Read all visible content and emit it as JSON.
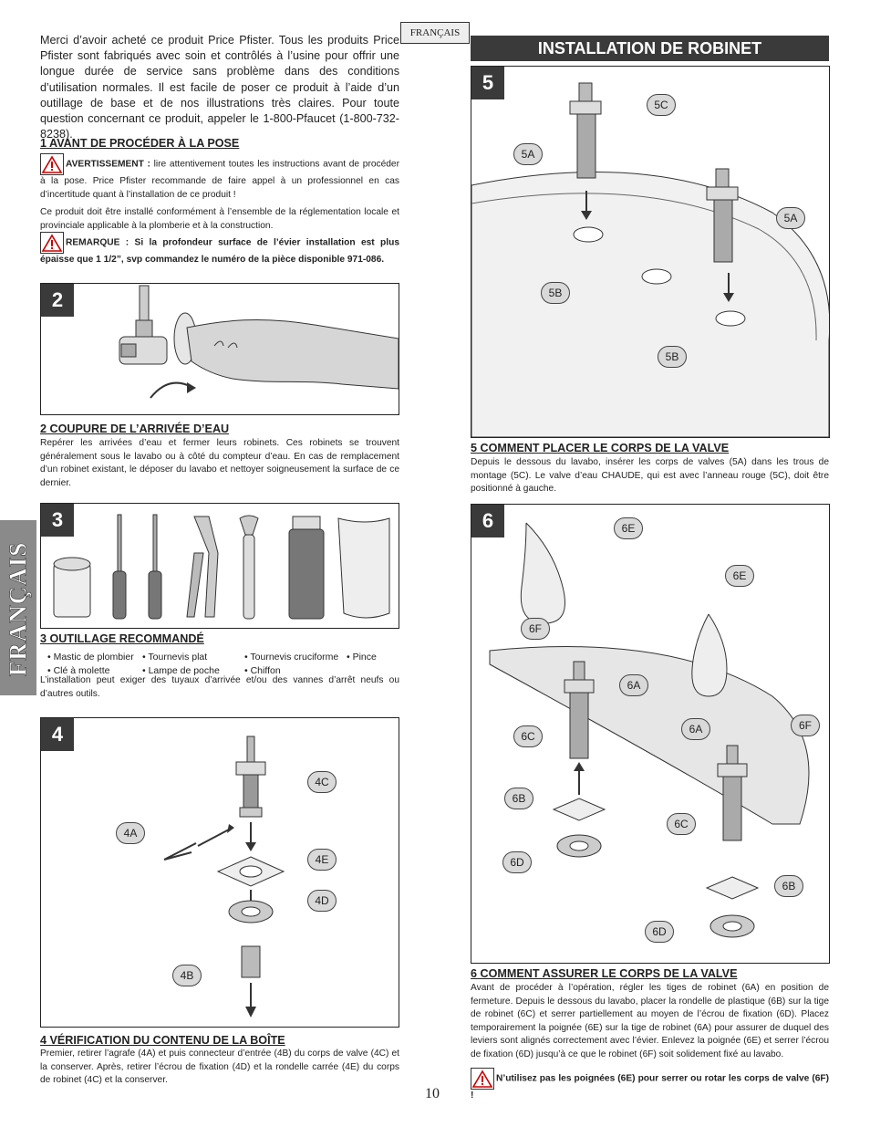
{
  "intro": "Merci d’avoir acheté ce produit Price Pfister. Tous les produits Price Pfister sont fabriqués avec soin et contrôlés à l’usine pour offrir une longue durée de service sans problème dans des conditions d’utilisation normales. Il est facile de poser ce produit à l’aide d’un outillage de base et de nos illustrations très claires. Pour toute question concernant ce produit, appeler le 1-800-Pfaucet (1-800-732-8238).",
  "lang_tag": "FRANÇAIS",
  "banner": "INSTALLATION DE ROBINET",
  "side_tab": "FRANÇAIS",
  "page_number": "10",
  "sec1": {
    "title": "1  AVANT DE PROCÉDER À LA POSE",
    "warn_label": "AVERTISSEMENT :",
    "warn_text": " lire attentivement toutes les instructions avant de procéder à la pose. Price Pfister recommande de faire appel à un professionnel en cas d’incertitude quant à l’installation de ce produit !",
    "code_text": "Ce produit doit être installé conformément à l’ensemble de la réglementation locale et provinciale applicable à la plomberie et à la construction.",
    "note": "REMARQUE : Si la profondeur surface de l’évier installation est plus épaisse que 1 1/2”, svp commandez le numéro de la pièce disponible 971-086."
  },
  "sec2": {
    "num": "2",
    "title": "2  COUPURE DE L’ARRIVÉE D’EAU",
    "text": "Repérer les arrivées d’eau et fermer leurs robinets. Ces robinets se trouvent généralement sous le lavabo ou à côté du compteur d’eau. En cas de remplacement d’un robinet existant, le déposer du lavabo et nettoyer soigneusement la surface de ce dernier."
  },
  "sec3": {
    "num": "3",
    "title": "3  OUTILLAGE RECOMMANDÉ",
    "tools_row1": [
      "• Mastic de plombier",
      "• Tournevis plat",
      "• Tournevis cruciforme",
      "• Pince"
    ],
    "tools_row2": [
      "• Clé à molette",
      "• Lampe de poche",
      "• Chiffon"
    ],
    "text": "L’installation peut exiger des tuyaux d’arrivée et/ou des vannes d’arrêt neufs ou d’autres outils."
  },
  "sec4": {
    "num": "4",
    "title": "4  VÉRIFICATION DU CONTENU DE LA BOÎTE",
    "text": "Premier, retirer l’agrafe (4A) et puis connecteur d’entrée (4B) du corps de valve (4C) et la conserver.  Après, retirer l’écrou de fixation (4D) et la rondelle carrée (4E) du corps de robinet (4C) et la conserver.",
    "labels": {
      "a": "4A",
      "b": "4B",
      "c": "4C",
      "d": "4D",
      "e": "4E"
    }
  },
  "sec5": {
    "num": "5",
    "title": "5  COMMENT PLACER LE CORPS DE LA VALVE",
    "text": "Depuis le dessous du lavabo, insérer les corps de valves (5A) dans les trous de montage (5C). Le valve d’eau CHAUDE, qui est avec l’anneau rouge (5C), doit être positionné à gauche.",
    "labels": {
      "c": "5C",
      "a1": "5A",
      "a2": "5A",
      "b1": "5B",
      "b2": "5B"
    }
  },
  "sec6": {
    "num": "6",
    "title": "6  COMMENT ASSURER LE CORPS DE LA VALVE",
    "text": "Avant de procéder à l’opération, régler les tiges de robinet (6A) en position de fermeture. Depuis le dessous du lavabo, placer la rondelle de plastique (6B) sur la tige de robinet (6C) et serrer partiellement  au moyen de l’écrou de fixation (6D). Placez temporairement la poignée (6E) sur la tige de robinet (6A) pour assurer de duquel des leviers sont alignés correctement avec l’évier. Enlevez la poignée (6E) et serrer l’écrou de fixation (6D) jusqu’à ce que le robinet (6F) soit solidement fixé au lavabo.",
    "warning": "N’utilisez pas les poignées (6E) pour serrer ou rotar les corps de valve (6F) !",
    "labels": {
      "e1": "6E",
      "e2": "6E",
      "f1": "6F",
      "f2": "6F",
      "a1": "6A",
      "a2": "6A",
      "c1": "6C",
      "c2": "6C",
      "b1": "6B",
      "b2": "6B",
      "d1": "6D",
      "d2": "6D"
    }
  }
}
